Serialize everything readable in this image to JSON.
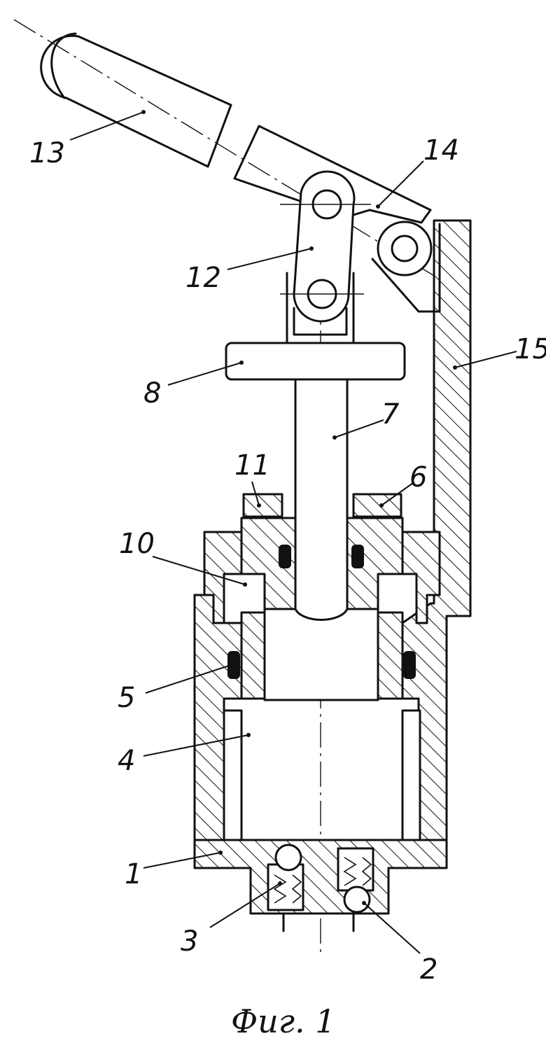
{
  "figure": {
    "caption": "Фиг. 1"
  },
  "labels": [
    {
      "id": "1",
      "text": "1"
    },
    {
      "id": "2",
      "text": "2"
    },
    {
      "id": "3",
      "text": "3"
    },
    {
      "id": "4",
      "text": "4"
    },
    {
      "id": "5",
      "text": "5"
    },
    {
      "id": "6",
      "text": "6"
    },
    {
      "id": "7",
      "text": "7"
    },
    {
      "id": "8",
      "text": "8"
    },
    {
      "id": "10",
      "text": "10"
    },
    {
      "id": "11",
      "text": "11"
    },
    {
      "id": "12",
      "text": "12"
    },
    {
      "id": "13",
      "text": "13"
    },
    {
      "id": "14",
      "text": "14"
    },
    {
      "id": "15",
      "text": "15"
    }
  ]
}
